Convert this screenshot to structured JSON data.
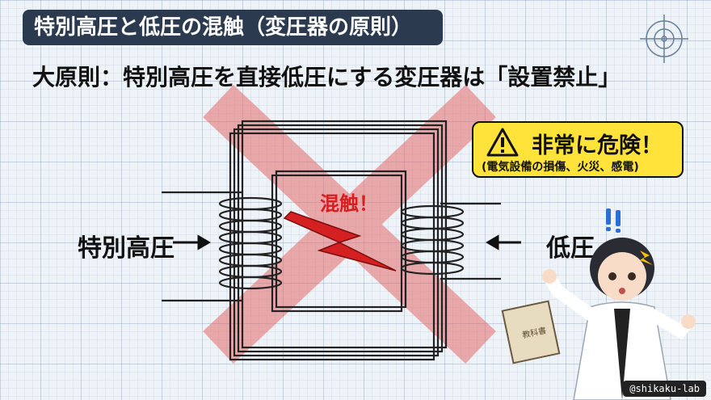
{
  "title": "特別高圧と低圧の混触（変圧器の原則）",
  "subtitle": "大原則：特別高圧を直接低圧にする変圧器は「設置禁止」",
  "warning": {
    "main": "非常に危険！",
    "sub": "(電気設備の損傷、火災、感電)",
    "icon": "warning-triangle-icon"
  },
  "diagram": {
    "primary_label": "特別高圧",
    "secondary_label": "低圧",
    "contact_label": "混触！",
    "prohibit_color": "#e88a8a",
    "spark_color": "#d42020"
  },
  "character": {
    "book_label": "教科書"
  },
  "credit": "@shikaku-lab"
}
